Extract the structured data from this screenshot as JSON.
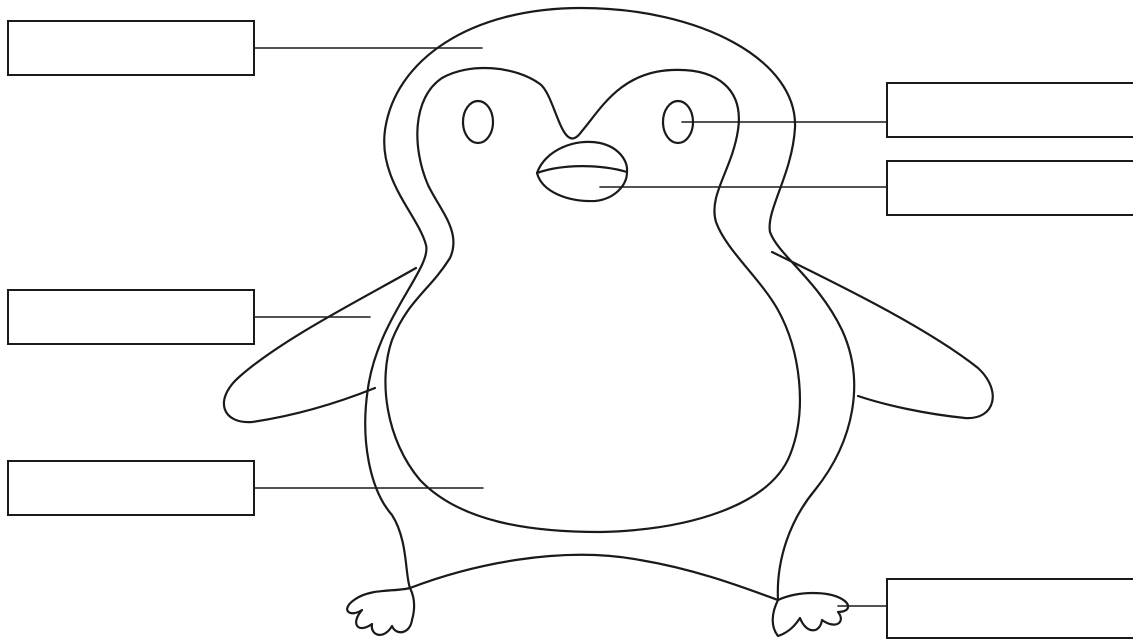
{
  "diagram": {
    "subject": "penguin",
    "labels": [
      {
        "id": "head",
        "text": ""
      },
      {
        "id": "flipper",
        "text": ""
      },
      {
        "id": "belly",
        "text": ""
      },
      {
        "id": "eye",
        "text": ""
      },
      {
        "id": "beak",
        "text": ""
      },
      {
        "id": "foot",
        "text": ""
      }
    ]
  },
  "colors": {
    "stroke": "#1a1a1a",
    "background": "#ffffff"
  }
}
